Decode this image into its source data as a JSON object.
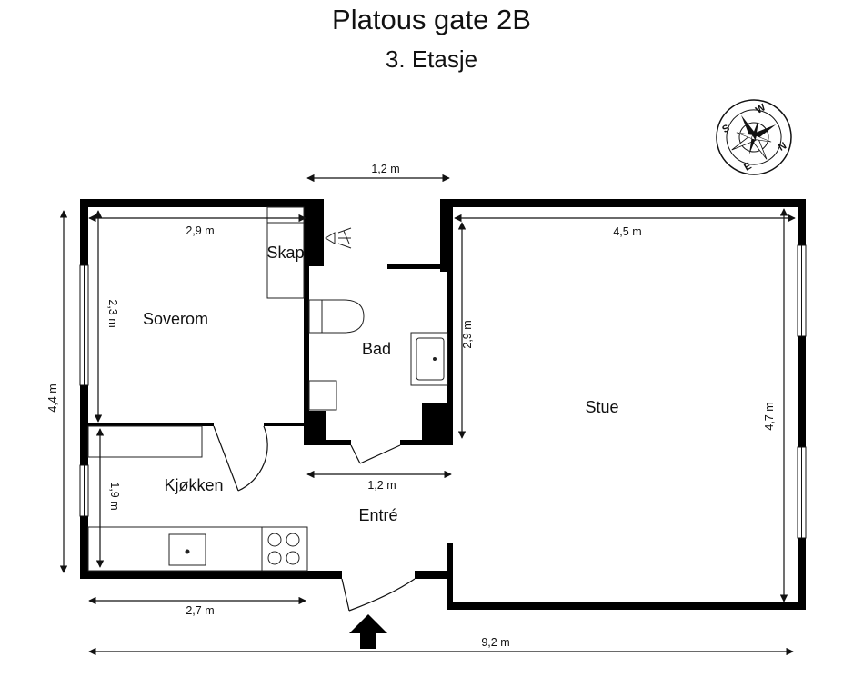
{
  "title": "Platous gate 2B",
  "subtitle": "3. Etasje",
  "rooms": {
    "soverom": "Soverom",
    "skap": "Skap",
    "bad": "Bad",
    "stue": "Stue",
    "kjokken": "Kjøkken",
    "entre": "Entré"
  },
  "dimensions": {
    "bath_top_width": "1,2 m",
    "bedroom_width": "2,9 m",
    "living_width": "4,5 m",
    "bedroom_height": "2,3 m",
    "bath_height": "2,9 m",
    "total_height": "4,4 m",
    "living_height": "4,7 m",
    "kitchen_height": "1,9 m",
    "bath_bottom_width": "1,2 m",
    "kitchen_width": "2,7 m",
    "total_width": "9,2 m"
  },
  "compass": {
    "w": "W",
    "s": "S",
    "e": "E",
    "n": "N"
  },
  "colors": {
    "wall": "#000000",
    "line": "#111111"
  }
}
